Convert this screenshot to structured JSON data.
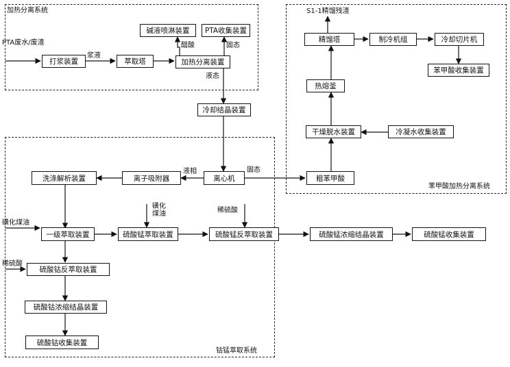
{
  "systems": {
    "heating": "加热分离系统",
    "benzoic": "苯甲酸加热分离系统",
    "extraction": "钴锰萃取系统"
  },
  "boxes": {
    "pulping": "打浆装置",
    "extractor": "萃取塔",
    "heat_sep": "加热分离装置",
    "alkali_spray": "碱液喷淋装置",
    "pta_collect": "PTA收集装置",
    "cool_cryst": "冷却结晶装置",
    "centrifuge": "离心机",
    "ion_adsorber": "离子吸附器",
    "wash_desorb": "洗涤解析装置",
    "crude_benzoic": "粗苯甲酸",
    "dry_dewater": "干燥脱水装置",
    "cold_water": "冷凝水收集装置",
    "hot_melt": "热熔釜",
    "rectify": "精馏塔",
    "refrigerator": "制冷机组",
    "flaker": "冷却切片机",
    "benzoic_collect": "苯甲酸收集装置",
    "stage_extract": "一级萃取装置",
    "mn_extract": "硫酸锰萃取装置",
    "mn_back": "硫酸锰反萃取装置",
    "mn_conc": "硫酸锰浓缩结晶装置",
    "mn_collect": "硫酸锰收集装置",
    "co_back": "硫酸钴反萃取装置",
    "co_conc": "硫酸钴浓缩结晶装置",
    "co_collect": "硫酸钴收集装置"
  },
  "labels": {
    "pta_waste": "PTA废水/废渣",
    "slurry": "浆液",
    "acetic": "醋酸",
    "solid_top": "固态",
    "liquid_state": "液态",
    "liquid_phase": "液相",
    "solid_right": "固态",
    "residue": "S1-1精馏残渣",
    "kerosene_left": "磺化煤油",
    "dilute_left": "稀硫酸",
    "kerosene_mid": "磺化\n煤油",
    "dilute_mid": "稀硫酸"
  }
}
